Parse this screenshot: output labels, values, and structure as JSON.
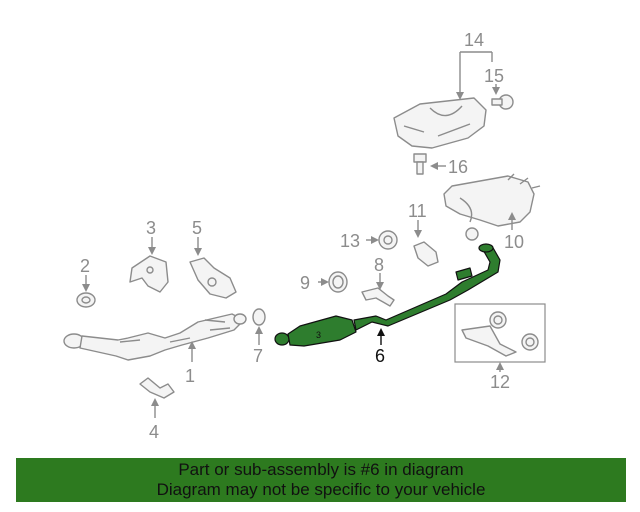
{
  "callouts": {
    "c1": "1",
    "c2": "2",
    "c3": "3",
    "c4": "4",
    "c5": "5",
    "c6": "6",
    "c7": "7",
    "c8": "8",
    "c9": "9",
    "c10": "10",
    "c11": "11",
    "c12": "12",
    "c13": "13",
    "c14": "14",
    "c15": "15",
    "c16": "16"
  },
  "banner": {
    "line1": "Part or sub-assembly is #6 in diagram",
    "line2": "Diagram may not be specific to your vehicle",
    "background": "#2d7a1f"
  },
  "highlight": {
    "part": "6",
    "color": "#2e7d2e"
  }
}
